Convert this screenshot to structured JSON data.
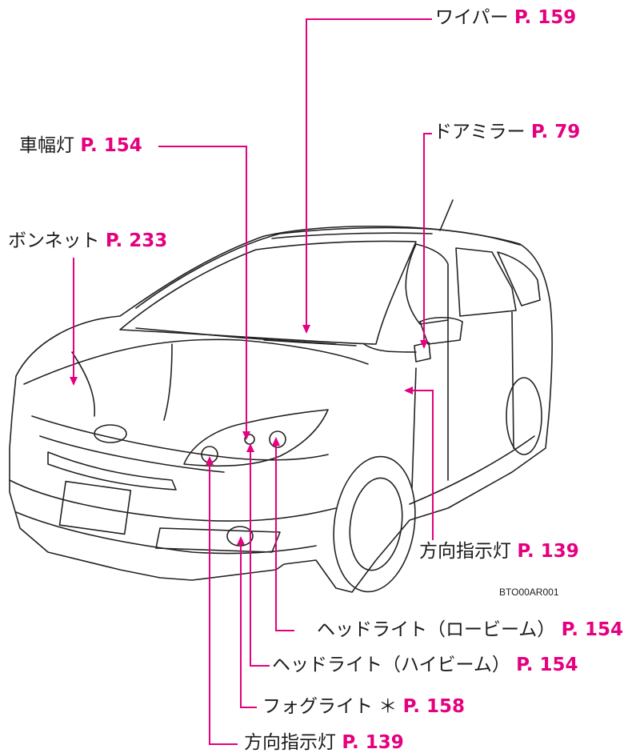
{
  "accent_color": "#e4007f",
  "labels": {
    "wiper": {
      "text": "ワイパー",
      "ref": "P. 159"
    },
    "door_mirror": {
      "text": "ドアミラー",
      "ref": "P. 79"
    },
    "clearance_lamp": {
      "text": "車幅灯",
      "ref": "P. 154"
    },
    "bonnet": {
      "text": "ボンネット",
      "ref": "P. 233"
    },
    "turn_signal_side": {
      "text": "方向指示灯",
      "ref": "P. 139"
    },
    "headlight_low": {
      "text": "ヘッドライト（ロービーム）",
      "ref": "P. 154"
    },
    "headlight_high": {
      "text": "ヘッドライト（ハイビーム）",
      "ref": "P. 154"
    },
    "fog_light": {
      "text": "フォグライト ＊",
      "ref": "P. 158"
    },
    "turn_signal_front": {
      "text": "方向指示灯",
      "ref": "P. 139"
    }
  },
  "figure_code": "BTO00AR001"
}
